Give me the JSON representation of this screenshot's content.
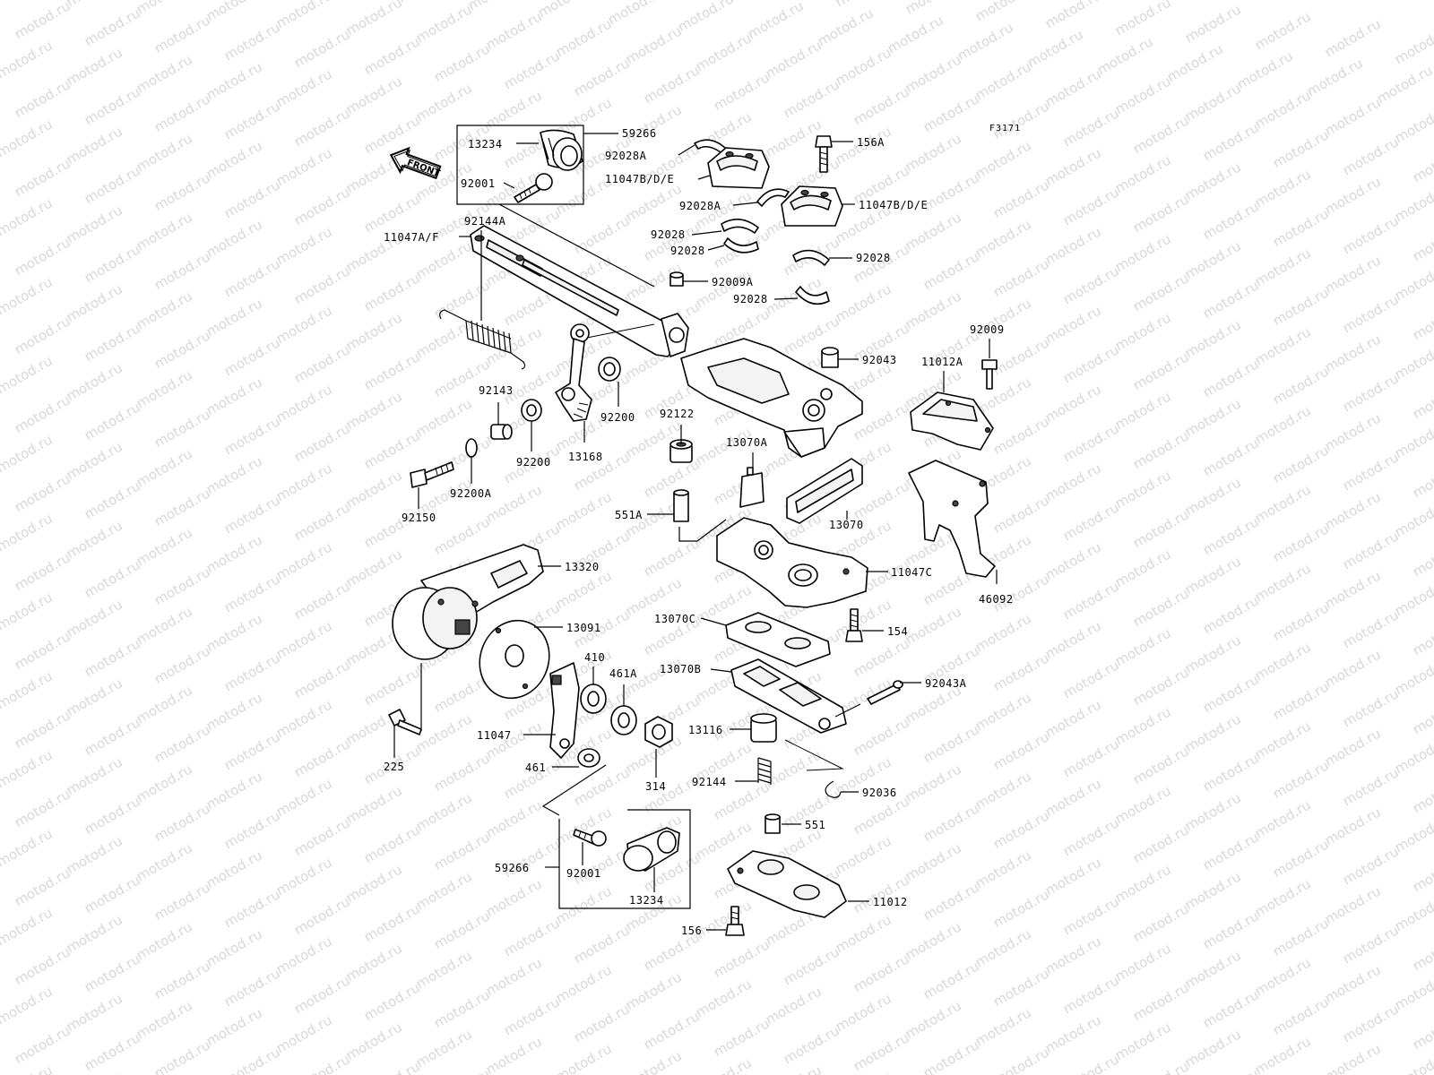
{
  "figure_code": "F3171",
  "front_label": "FRONT",
  "watermark": "motod.ru",
  "labels": [
    {
      "id": "59266-top",
      "text": "59266"
    },
    {
      "id": "13234-top",
      "text": "13234"
    },
    {
      "id": "92001-top",
      "text": "92001"
    },
    {
      "id": "92028A-1",
      "text": "92028A"
    },
    {
      "id": "11047BDE-1",
      "text": "11047B/D/E"
    },
    {
      "id": "92028A-2",
      "text": "92028A"
    },
    {
      "id": "156A",
      "text": "156A"
    },
    {
      "id": "11047BDE-2",
      "text": "11047B/D/E"
    },
    {
      "id": "11047AF",
      "text": "11047A/F"
    },
    {
      "id": "92028-1",
      "text": "92028"
    },
    {
      "id": "92028-2",
      "text": "92028"
    },
    {
      "id": "92028-3",
      "text": "92028"
    },
    {
      "id": "92009A",
      "text": "92009A"
    },
    {
      "id": "92028-4",
      "text": "92028"
    },
    {
      "id": "92144A",
      "text": "92144A"
    },
    {
      "id": "92009",
      "text": "92009"
    },
    {
      "id": "92043",
      "text": "92043"
    },
    {
      "id": "11012A",
      "text": "11012A"
    },
    {
      "id": "92143",
      "text": "92143"
    },
    {
      "id": "92200-1",
      "text": "92200"
    },
    {
      "id": "92122",
      "text": "92122"
    },
    {
      "id": "92200-2",
      "text": "92200"
    },
    {
      "id": "13168",
      "text": "13168"
    },
    {
      "id": "13070A",
      "text": "13070A"
    },
    {
      "id": "92200A",
      "text": "92200A"
    },
    {
      "id": "551A",
      "text": "551A"
    },
    {
      "id": "13070",
      "text": "13070"
    },
    {
      "id": "92150",
      "text": "92150"
    },
    {
      "id": "13320",
      "text": "13320"
    },
    {
      "id": "11047C",
      "text": "11047C"
    },
    {
      "id": "46092",
      "text": "46092"
    },
    {
      "id": "13091",
      "text": "13091"
    },
    {
      "id": "13070C",
      "text": "13070C"
    },
    {
      "id": "154",
      "text": "154"
    },
    {
      "id": "410",
      "text": "410"
    },
    {
      "id": "461A",
      "text": "461A"
    },
    {
      "id": "13070B",
      "text": "13070B"
    },
    {
      "id": "92043A",
      "text": "92043A"
    },
    {
      "id": "11047",
      "text": "11047"
    },
    {
      "id": "13116",
      "text": "13116"
    },
    {
      "id": "225",
      "text": "225"
    },
    {
      "id": "461",
      "text": "461"
    },
    {
      "id": "314",
      "text": "314"
    },
    {
      "id": "92144",
      "text": "92144"
    },
    {
      "id": "92036",
      "text": "92036"
    },
    {
      "id": "551",
      "text": "551"
    },
    {
      "id": "59266-bot",
      "text": "59266"
    },
    {
      "id": "92001-bot",
      "text": "92001"
    },
    {
      "id": "11012",
      "text": "11012"
    },
    {
      "id": "13234-bot",
      "text": "13234"
    },
    {
      "id": "156",
      "text": "156"
    }
  ]
}
